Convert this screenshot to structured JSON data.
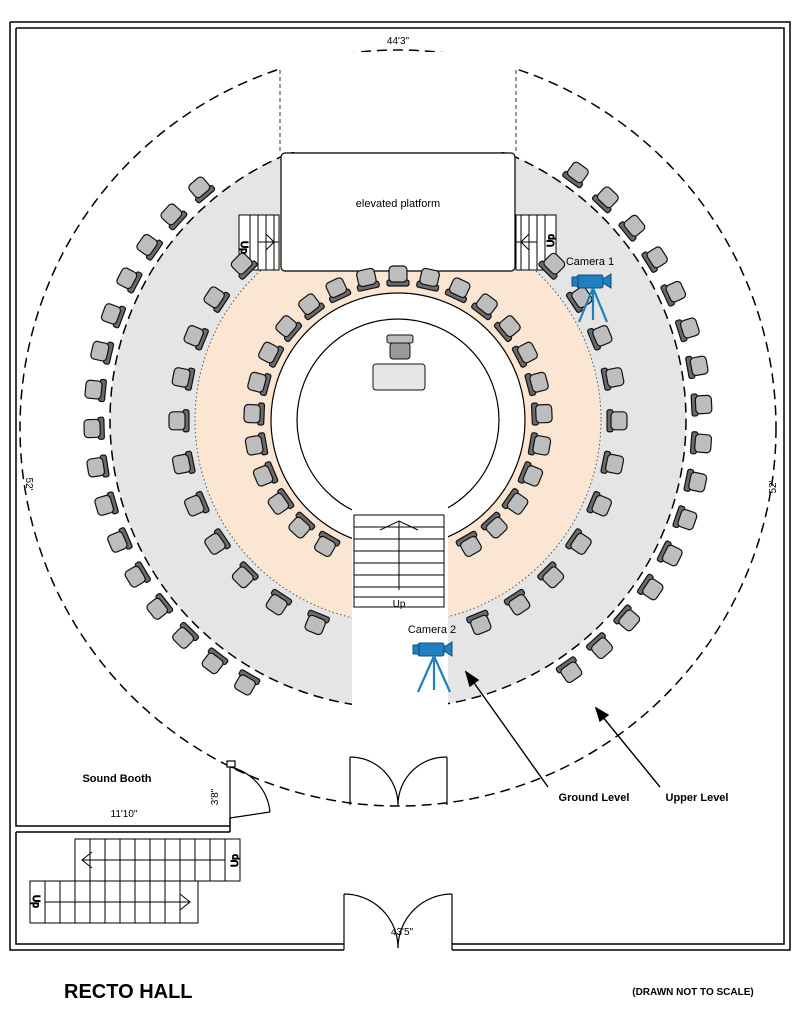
{
  "title": "RECTO HALL",
  "scale_note": "(DRAWN NOT TO SCALE)",
  "dimensions": {
    "top_width": "44'3\"",
    "left_height": "52'",
    "right_height": "52'",
    "sound_booth_width": "11'10\"",
    "sound_booth_door": "3'8\"",
    "bottom_door": "43'5\""
  },
  "labels": {
    "platform": "elevated platform",
    "camera_1": "Camera 1",
    "camera_2": "Camera 2",
    "sound_booth": "Sound Booth",
    "ground_level": "Ground Level",
    "upper_level": "Upper Level",
    "stairs_up": "Up"
  },
  "colors": {
    "ground_level_fill": "#fbe5d3",
    "upper_level_fill": "#e5e5e5",
    "camera": "#1f7fbf"
  },
  "icons": {
    "camera": "video-camera-icon",
    "seat": "chair-icon"
  }
}
